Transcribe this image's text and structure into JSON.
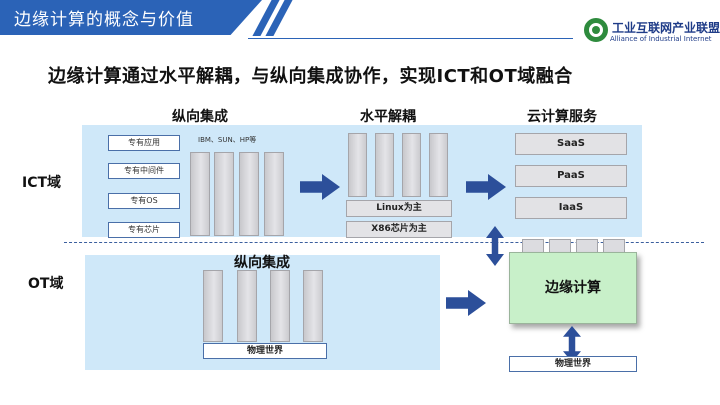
{
  "header": {
    "title": "边缘计算的概念与价值"
  },
  "logo": {
    "name_cn": "工业互联网产业联盟",
    "name_en": "Alliance of Industrial Internet"
  },
  "subtitle": "边缘计算通过水平解耦，与纵向集成协作，实现ICT和OT域融合",
  "columns": {
    "vertical": "纵向集成",
    "horizontal": "水平解耦",
    "cloud": "云计算服务"
  },
  "domains": {
    "ict": "ICT域",
    "ot": "OT域"
  },
  "ict": {
    "chips": [
      "专有应用",
      "专有中间件",
      "专有OS",
      "专有芯片"
    ],
    "vendors": "IBM、SUN、HP等",
    "decouple_bars": [
      "Linux为主",
      "X86芯片为主"
    ],
    "cloud_services": [
      "SaaS",
      "PaaS",
      "IaaS"
    ]
  },
  "ot": {
    "vertical_label": "纵向集成",
    "physical_world": "物理世界",
    "edge_computing": "边缘计算",
    "edge_physical_world": "物理世界"
  },
  "colors": {
    "brand_blue": "#2b63b7",
    "panel": "#cfe8f9",
    "arrow": "#2c4f9a",
    "edge": "#c8f0c9"
  }
}
